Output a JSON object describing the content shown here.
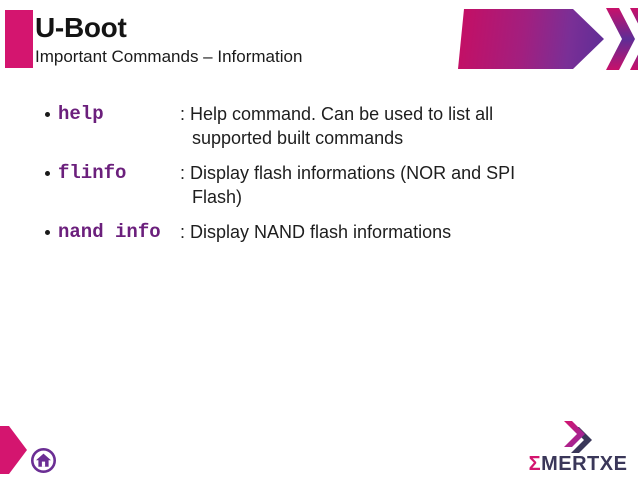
{
  "slide": {
    "title": "U-Boot",
    "subtitle": "Important Commands – Information"
  },
  "commands": {
    "items": [
      {
        "name": "help",
        "desc_line1": ": Help command. Can be used to list all",
        "desc_line2": "supported built commands"
      },
      {
        "name": "flinfo",
        "desc_line1": ": Display flash informations (NOR and SPI",
        "desc_line2": "Flash)"
      },
      {
        "name": "nand info",
        "desc_line1": ": Display NAND flash informations",
        "desc_line2": ""
      }
    ]
  },
  "footer": {
    "logo_sigma": "Σ",
    "logo_text": "MERTXE"
  },
  "icons": {
    "home": "home-icon",
    "banner_arrow": "arrow-right-banner",
    "banner_chevrons": "chevron-right-icon",
    "logo_mark": "double-chevron-logo-mark"
  },
  "colors": {
    "pink": "#D4156F",
    "purple": "#5E2D96",
    "command_text": "#6B1F7C",
    "logo_navy": "#3A3759",
    "body_text": "#1E1E1E"
  }
}
